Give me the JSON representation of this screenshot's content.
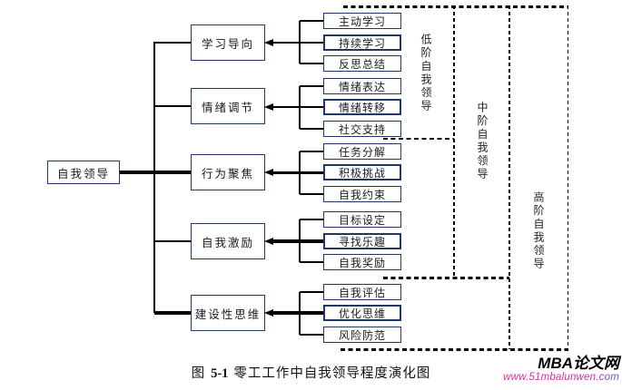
{
  "diagram": {
    "root": {
      "label": "自我领导"
    },
    "groups": [
      {
        "category": "学习导向",
        "items": [
          "主动学习",
          "持续学习",
          "反思总结"
        ]
      },
      {
        "category": "情绪调节",
        "items": [
          "情绪表达",
          "情绪转移",
          "社交支持"
        ]
      },
      {
        "category": "行为聚焦",
        "items": [
          "任务分解",
          "积极挑战",
          "自我约束"
        ]
      },
      {
        "category": "自我激励",
        "items": [
          "目标设定",
          "寻找乐趣",
          "自我奖励"
        ]
      },
      {
        "category": "建设性思维",
        "items": [
          "自我评估",
          "优化思维",
          "风险防范"
        ]
      }
    ],
    "levels": [
      {
        "label": "低阶自我领导"
      },
      {
        "label": "中阶自我领导"
      },
      {
        "label": "高阶自我领导"
      }
    ]
  },
  "caption": {
    "figure_label": "图",
    "figure_number": "5-1",
    "title": "零工工作中自我领导程度演化图"
  },
  "watermark": {
    "site_name": "MBA论文网",
    "url_prefix": "www.51mbalunwen.c",
    "url_suffix": "om"
  },
  "colors": {
    "box_border": "#1F3864",
    "line": "#000000",
    "url_color": "#d6309b",
    "url_tail_color": "#6a5acd"
  }
}
